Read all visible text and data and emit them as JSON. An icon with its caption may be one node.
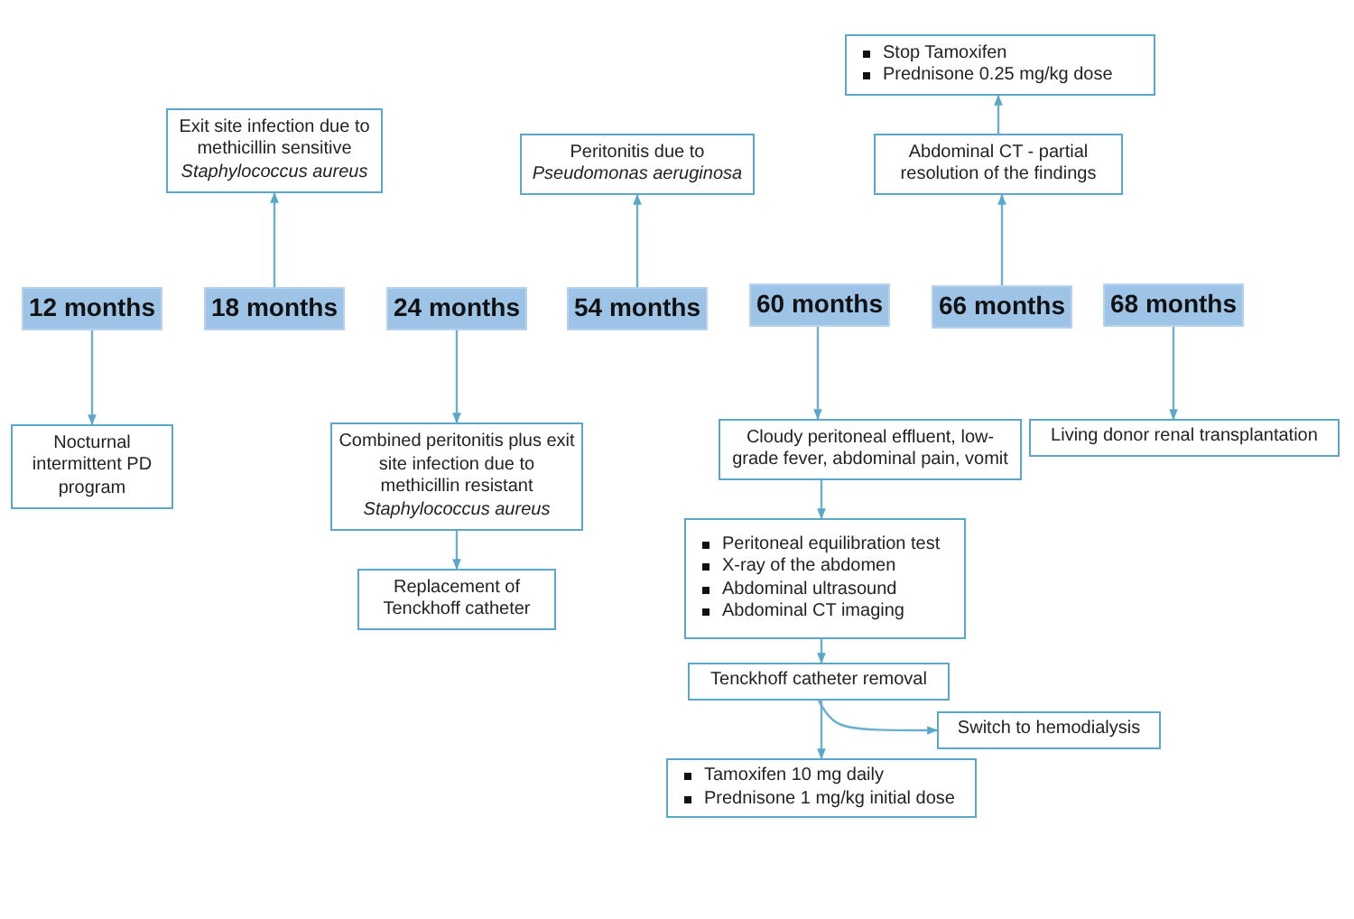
{
  "diagram": {
    "nodes": [
      {
        "text": [
          "12 months"
        ]
      },
      {
        "text": [
          "18 months"
        ]
      },
      {
        "text": [
          "24 months"
        ]
      },
      {
        "text": [
          "54 months"
        ]
      },
      {
        "text": [
          "60 months"
        ]
      },
      {
        "text": [
          "66 months"
        ]
      },
      {
        "text": [
          "68 months"
        ]
      },
      {
        "text": [
          "Exit site infection due to methicillin sensitive *Staphylococcus aureus*"
        ]
      },
      {
        "text": [
          "Peritonitis due to *Pseudomonas aeruginosa*"
        ]
      },
      {
        "text": [
          "Stop Tamoxifen",
          "Prednisone 0.25 mg/kg dose"
        ]
      },
      {
        "text": [
          "Abdominal CT - partial resolution of the findings"
        ]
      },
      {
        "text": [
          "Nocturnal intermittent PD program"
        ]
      },
      {
        "text": [
          "Combined peritonitis plus exit site infection due to methicillin resistant *Staphylococcus aureus*"
        ]
      },
      {
        "text": [
          "Replacement of Tenckhoff catheter"
        ]
      },
      {
        "text": [
          "Cloudy peritoneal effluent, low-grade fever, abdominal pain, vomit"
        ]
      },
      {
        "text": [
          "Peritoneal equilibration test",
          "X-ray of the abdomen",
          "Abdominal ultrasound",
          "Abdominal CT imaging"
        ]
      },
      {
        "text": [
          "Tenckhoff catheter removal"
        ]
      },
      {
        "text": [
          "Switch to hemodialysis"
        ]
      },
      {
        "text": [
          "Tamoxifen 10 mg daily",
          "Prednisone 1 mg/kg initial dose"
        ]
      },
      {
        "text": [
          "Living donor renal transplantation"
        ]
      }
    ],
    "edges": [
      {
        "from": 0,
        "to": 11,
        "arrow": "to"
      },
      {
        "from": 1,
        "to": 7,
        "arrow": "to"
      },
      {
        "from": 2,
        "to": 12,
        "arrow": "to"
      },
      {
        "from": 12,
        "to": 13,
        "arrow": "to"
      },
      {
        "from": 3,
        "to": 8,
        "arrow": "to"
      },
      {
        "from": 4,
        "to": 14,
        "arrow": "to"
      },
      {
        "from": 14,
        "to": 15,
        "arrow": "to"
      },
      {
        "from": 15,
        "to": 16,
        "arrow": "to"
      },
      {
        "from": 16,
        "to": 18,
        "arrow": "to"
      },
      {
        "from": 16,
        "to": 17,
        "arrow": "to"
      },
      {
        "from": 5,
        "to": 10,
        "arrow": "to"
      },
      {
        "from": 10,
        "to": 9,
        "arrow": "to"
      },
      {
        "from": 6,
        "to": 19,
        "arrow": "to"
      }
    ]
  }
}
